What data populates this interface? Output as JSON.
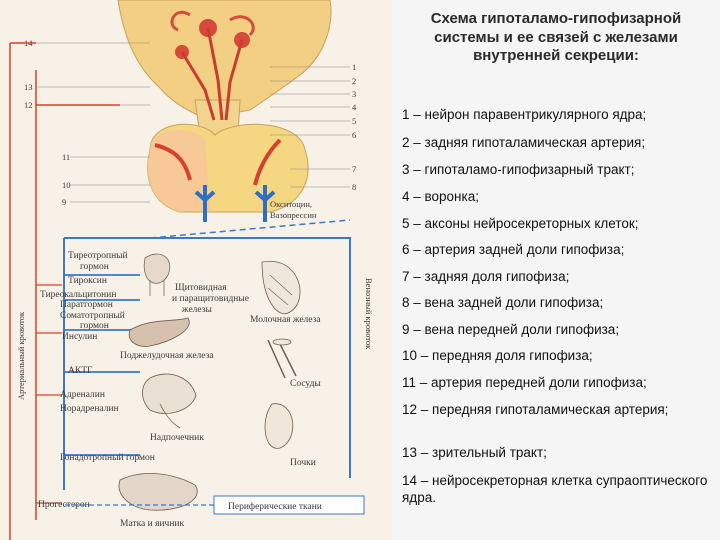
{
  "title": "Схема гипоталамо-гипофизарной системы и ее связей с железами внутренней секреции:",
  "legend": [
    "1 – нейрон паравентрикулярного ядра;",
    "2 – задняя гипоталамическая артерия;",
    "3 – гипоталамо-гипофизарный тракт;",
    "4 – воронка;",
    "5 – аксоны нейросекреторных клеток;",
    "6 – артерия задней доли гипофиза;",
    "7 – задняя доля гипофиза;",
    "8 – вена задней доли гипофиза;",
    "9 – вена передней доли гипофиза;",
    "10 – передняя доля гипофиза;",
    "11 – артерия передней доли гипофиза;",
    "12 – передняя гипоталамическая артерия;",
    "13 – зрительный тракт;",
    "14 – нейросекреторная клетка супраоптического ядра."
  ],
  "figure": {
    "numbers_left": [
      "14",
      "13",
      "12",
      "11",
      "10",
      "9"
    ],
    "numbers_right": [
      "1",
      "2",
      "3",
      "4",
      "5",
      "6",
      "7",
      "8"
    ],
    "hormone_labels": {
      "oxytocin": "Окситоцин,",
      "vasopressin": "Вазопрессин",
      "tsh_1": "Тиреотропный",
      "tsh_2": "гормон",
      "thyroxin": "Тироксин",
      "thyrocalc_1": "Тиреокальцитонин",
      "thyrocalc_2": "Паратгормон",
      "somato_1": "Соматотропный",
      "somato_2": "гормон",
      "insulin": "Инсулин",
      "acth": "АКТГ",
      "adrenalin": "Адреналин",
      "noradrenalin": "Норадреналин",
      "gonado": "Гонадотропный гормон",
      "progesteron": "Прогестерон"
    },
    "organ_labels": {
      "thyroid_1": "Щитовидная",
      "thyroid_2": "и паращитовидные",
      "thyroid_3": "железы",
      "mammary": "Молочная железа",
      "pancreas": "Поджелудочная железа",
      "vessel": "Сосуды",
      "adrenal": "Надпочечник",
      "kidney": "Почки",
      "uterus": "Матка и яичник",
      "peripheral": "Периферические ткани"
    },
    "vertical_labels": {
      "arterial": "Артериальный  кровоток",
      "venous": "Венозный кровоток"
    }
  }
}
